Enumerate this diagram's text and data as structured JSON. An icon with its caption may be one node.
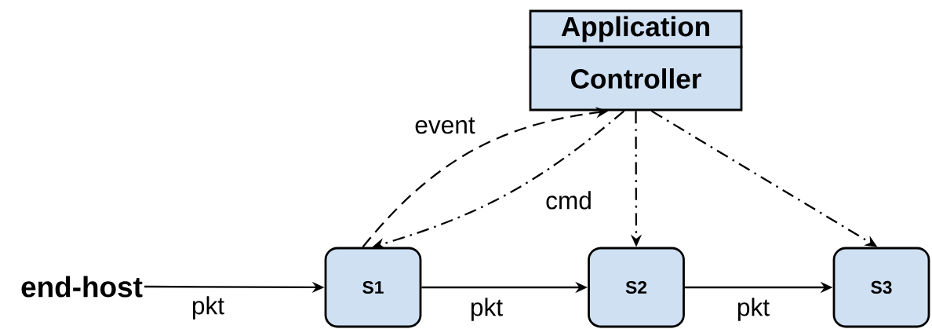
{
  "diagram": {
    "nodes": [
      {
        "text": [
          "Application"
        ]
      },
      {
        "text": [
          "Controller"
        ]
      },
      {
        "text": [
          "end-host"
        ]
      },
      {
        "text": [
          "S1"
        ]
      },
      {
        "text": [
          "S2"
        ]
      },
      {
        "text": [
          "S3"
        ]
      }
    ],
    "edges": [
      {
        "from": 3,
        "to": 1,
        "arrow": "to",
        "label": "event",
        "style": "dashed"
      },
      {
        "from": 1,
        "to": 3,
        "arrow": "to",
        "label": "cmd",
        "style": "dashed"
      },
      {
        "from": 1,
        "to": 4,
        "arrow": "to",
        "style": "dashed"
      },
      {
        "from": 1,
        "to": 5,
        "arrow": "to",
        "style": "dashed"
      },
      {
        "from": 2,
        "to": 3,
        "arrow": "to",
        "label": "pkt"
      },
      {
        "from": 3,
        "to": 4,
        "arrow": "to",
        "label": "pkt"
      },
      {
        "from": 4,
        "to": 5,
        "arrow": "to",
        "label": "pkt"
      }
    ]
  }
}
